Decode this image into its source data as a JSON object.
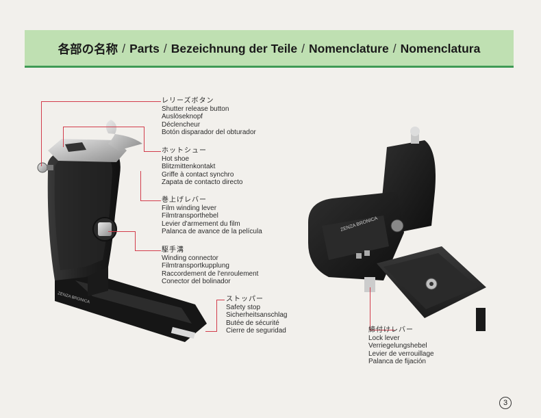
{
  "header": {
    "title_jp": "各部の名称",
    "title_en": "Parts",
    "title_de": "Bezeichnung der Teile",
    "title_fr": "Nomenclature",
    "title_es": "Nomenclatura",
    "separator": "/",
    "band_color": "#bfe0b2",
    "rule_color": "#3f9a55"
  },
  "labels": {
    "shutter_release": {
      "jp": "レリーズボタン",
      "en": "Shutter release button",
      "de": "Auslöseknopf",
      "fr": "Déclencheur",
      "es": "Botón disparador del obturador"
    },
    "hot_shoe": {
      "jp": "ホットシュー",
      "en": "Hot shoe",
      "de": "Blitzmittenkontakt",
      "fr": "Griffe à contact synchro",
      "es": "Zapata de contacto directo"
    },
    "film_winding_lever": {
      "jp": "巻上げレバー",
      "en": "Film winding lever",
      "de": "Filmtransporthebel",
      "fr": "Levier d'armement du film",
      "es": "Palanca de avance de la película"
    },
    "winding_connector": {
      "jp": "駆手溝",
      "en": "Winding connector",
      "de": "Filmtransportkupplung",
      "fr": "Raccordement de l'enroulement",
      "es": "Conector del bolinador"
    },
    "safety_stop": {
      "jp": "ストッパー",
      "en": "Safety stop",
      "de": "Sicherheitsanschlag",
      "fr": "Butée de sécurité",
      "es": "Cierre de seguridad"
    },
    "lock_lever": {
      "jp": "締付けレバー",
      "en": "Lock lever",
      "de": "Verriegelungshebel",
      "fr": "Levier de verrouillage",
      "es": "Palanca de fijación"
    }
  },
  "brand_mark": "ZENZA BRONICA",
  "page_number": "3",
  "colors": {
    "leader_line": "#d23b4a",
    "grip_body": "#1d1d1d",
    "metal": "#c9c9c9"
  }
}
